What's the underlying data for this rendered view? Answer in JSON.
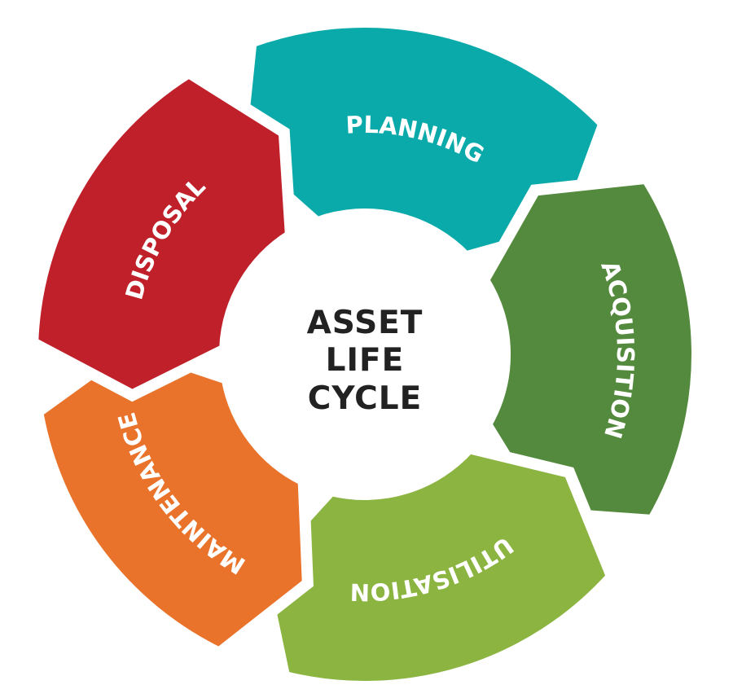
{
  "center": {
    "lines": [
      "ASSET",
      "LIFE",
      "CYCLE"
    ]
  },
  "stages": [
    {
      "id": "planning",
      "label": "PLANNING",
      "color": "#0AAAAA"
    },
    {
      "id": "acquisition",
      "label": "ACQUISITION",
      "color": "#548A3D"
    },
    {
      "id": "utilisation",
      "label": "UTILISATION",
      "color": "#8BB440"
    },
    {
      "id": "maintenance",
      "label": "MAINTENANCE",
      "color": "#E9732B"
    },
    {
      "id": "disposal",
      "label": "DISPOSAL",
      "color": "#C0202A"
    }
  ]
}
